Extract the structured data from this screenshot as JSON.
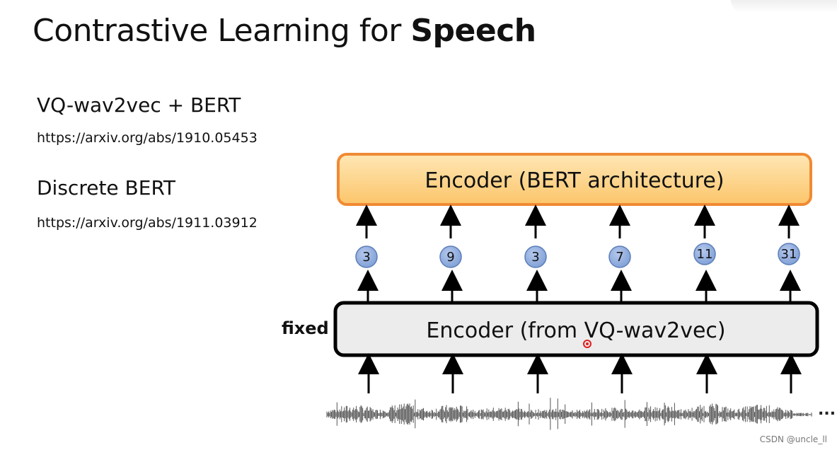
{
  "slide": {
    "title_plain": "Contrastive Learning for ",
    "title_bold": "Speech"
  },
  "references": [
    {
      "heading": "VQ-wav2vec + BERT",
      "link": "https://arxiv.org/abs/1910.05453"
    },
    {
      "heading": "Discrete BERT",
      "link": "https://arxiv.org/abs/1911.03912"
    }
  ],
  "diagram": {
    "bert_encoder_label": "Encoder (BERT architecture)",
    "vq_encoder_label": "Encoder (from VQ-wav2vec)",
    "fixed_label": "fixed",
    "tokens": [
      "3",
      "9",
      "3",
      "7",
      "11",
      "31"
    ],
    "continuation": "...",
    "colors": {
      "bert_fill": "#fdd68b",
      "bert_border": "#f08a33",
      "vq_fill": "#ececec",
      "token_fill": "#8faadc",
      "token_border": "#5b7db8",
      "cursor": "#e02020"
    }
  },
  "watermark": "CSDN @uncle_ll"
}
